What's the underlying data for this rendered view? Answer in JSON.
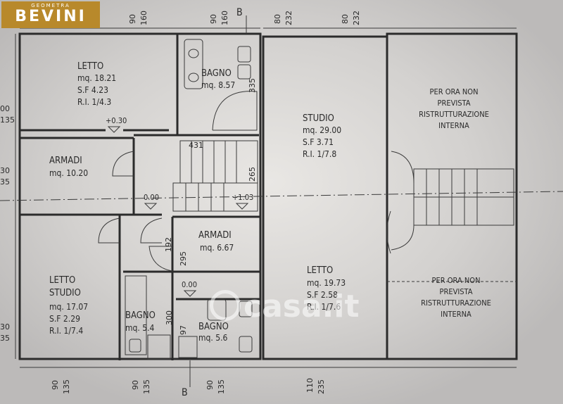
{
  "logo": {
    "tagline": "GEOMETRA",
    "name": "BEVINI"
  },
  "watermark": "casa.it",
  "section_marker": "B",
  "rooms": {
    "letto1": [
      "LETTO",
      "mq. 18.21",
      "S.F 4.23",
      "R.I. 1/4.3"
    ],
    "bagno1": [
      "BAGNO",
      "mq. 8.57"
    ],
    "studio": [
      "STUDIO",
      "mq. 29.00",
      "S.F 3.71",
      "R.I. 1/7.8"
    ],
    "armadi1": [
      "ARMADI",
      "mq. 10.20"
    ],
    "armadi2": [
      "ARMADI",
      "mq. 6.67"
    ],
    "letto_studio": [
      "LETTO",
      "STUDIO",
      "mq. 17.07",
      "S.F 2.29",
      "R.I. 1/7.4"
    ],
    "bagno2": [
      "BAGNO",
      "mq. 5.4"
    ],
    "bagno3": [
      "BAGNO",
      "mq. 5.6"
    ],
    "letto2": [
      "LETTO",
      "mq. 19.73",
      "S.F 2.58",
      "R.I. 1/7.6"
    ],
    "note1": [
      "PER ORA NON",
      "PREVISTA",
      "RISTRUTTURAZIONE",
      "INTERNA"
    ],
    "note2": [
      "PER ORA NON",
      "PREVISTA",
      "RISTRUTTURAZIONE",
      "INTERNA"
    ]
  },
  "levels": {
    "l1": "+0.30",
    "l2": "0.00",
    "l3": "+1.03",
    "l4": "0.00"
  },
  "dims": {
    "top": [
      "90",
      "160",
      "90",
      "160",
      "80",
      "232",
      "80",
      "232"
    ],
    "bottom": [
      "90",
      "135",
      "90",
      "135",
      "90",
      "135",
      "110",
      "235"
    ],
    "left": [
      "00",
      "135",
      "30",
      "35",
      "30",
      "35"
    ],
    "inner": [
      "335",
      "431",
      "265",
      "192",
      "295",
      "300",
      "97"
    ]
  }
}
